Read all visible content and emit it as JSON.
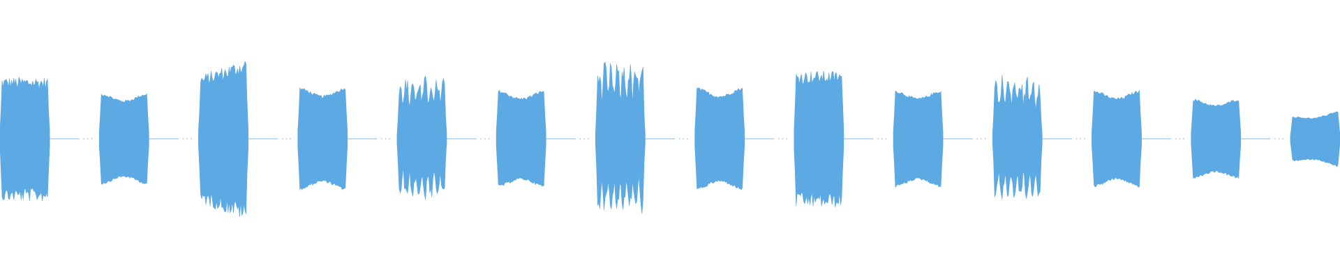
{
  "waveform": {
    "color": "#5da9e3",
    "duration_sec": 27.0,
    "segments": [
      {
        "start": 0.0,
        "end": 1.0,
        "amplitude": 0.4,
        "texture": "noisy",
        "shape": "flat"
      },
      {
        "start": 2.0,
        "end": 3.0,
        "amplitude": 0.32,
        "texture": "smooth",
        "shape": "flat"
      },
      {
        "start": 4.0,
        "end": 5.0,
        "amplitude": 0.48,
        "texture": "noisy",
        "shape": "rise"
      },
      {
        "start": 6.0,
        "end": 7.0,
        "amplitude": 0.36,
        "texture": "smooth",
        "shape": "flat"
      },
      {
        "start": 8.0,
        "end": 9.0,
        "amplitude": 0.4,
        "texture": "spiky",
        "shape": "flat"
      },
      {
        "start": 10.0,
        "end": 11.0,
        "amplitude": 0.34,
        "texture": "smooth",
        "shape": "flat"
      },
      {
        "start": 12.0,
        "end": 13.0,
        "amplitude": 0.48,
        "texture": "spiky",
        "shape": "flat"
      },
      {
        "start": 14.0,
        "end": 15.0,
        "amplitude": 0.36,
        "texture": "smooth",
        "shape": "flat"
      },
      {
        "start": 16.0,
        "end": 17.0,
        "amplitude": 0.44,
        "texture": "noisy",
        "shape": "flat"
      },
      {
        "start": 18.0,
        "end": 19.0,
        "amplitude": 0.34,
        "texture": "smooth",
        "shape": "flat"
      },
      {
        "start": 20.0,
        "end": 21.0,
        "amplitude": 0.4,
        "texture": "spiky",
        "shape": "flat"
      },
      {
        "start": 22.0,
        "end": 23.0,
        "amplitude": 0.34,
        "texture": "smooth",
        "shape": "flat"
      },
      {
        "start": 24.0,
        "end": 25.0,
        "amplitude": 0.28,
        "texture": "smooth",
        "shape": "flat"
      },
      {
        "start": 26.0,
        "end": 27.0,
        "amplitude": 0.18,
        "texture": "smooth",
        "shape": "rise"
      }
    ]
  }
}
